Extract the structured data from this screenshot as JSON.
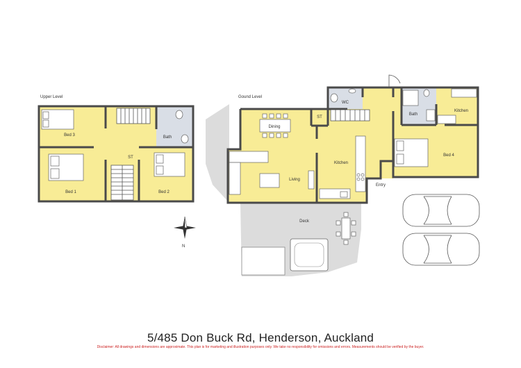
{
  "colors": {
    "room_fill": "#f8ec96",
    "wet_fill": "#d9dee6",
    "outdoor_fill": "#dcdcdc",
    "wall": "#4a4a4a",
    "disclaimer": "#cc2222"
  },
  "levels": {
    "upper": "Upper Level",
    "ground": "Gound Level"
  },
  "rooms": {
    "bed3": "Bed 3",
    "bath_upper": "Bath",
    "st_upper": "ST",
    "bed1": "Bed 1",
    "bed2": "Bed 2",
    "dining": "Dining",
    "st_ground": "ST",
    "wc": "WC",
    "living": "Living",
    "kitchen": "Kitchen",
    "entry": "Entry",
    "bath_ground": "Bath",
    "kitchen_ground2": "Kitchen",
    "bed4": "Bed 4",
    "deck": "Deck"
  },
  "compass": {
    "north_label": "N",
    "icon": "compass-rose-icon"
  },
  "footer": {
    "address": "5/485 Don Buck Rd, Henderson, Auckland",
    "disclaimer": "Disclaimer: All drawings and dimensions are approximate. This plan is for marketing and illustration purposes only. We take no responsibility for omissions and errors. Measurements should be verified by the buyer."
  }
}
